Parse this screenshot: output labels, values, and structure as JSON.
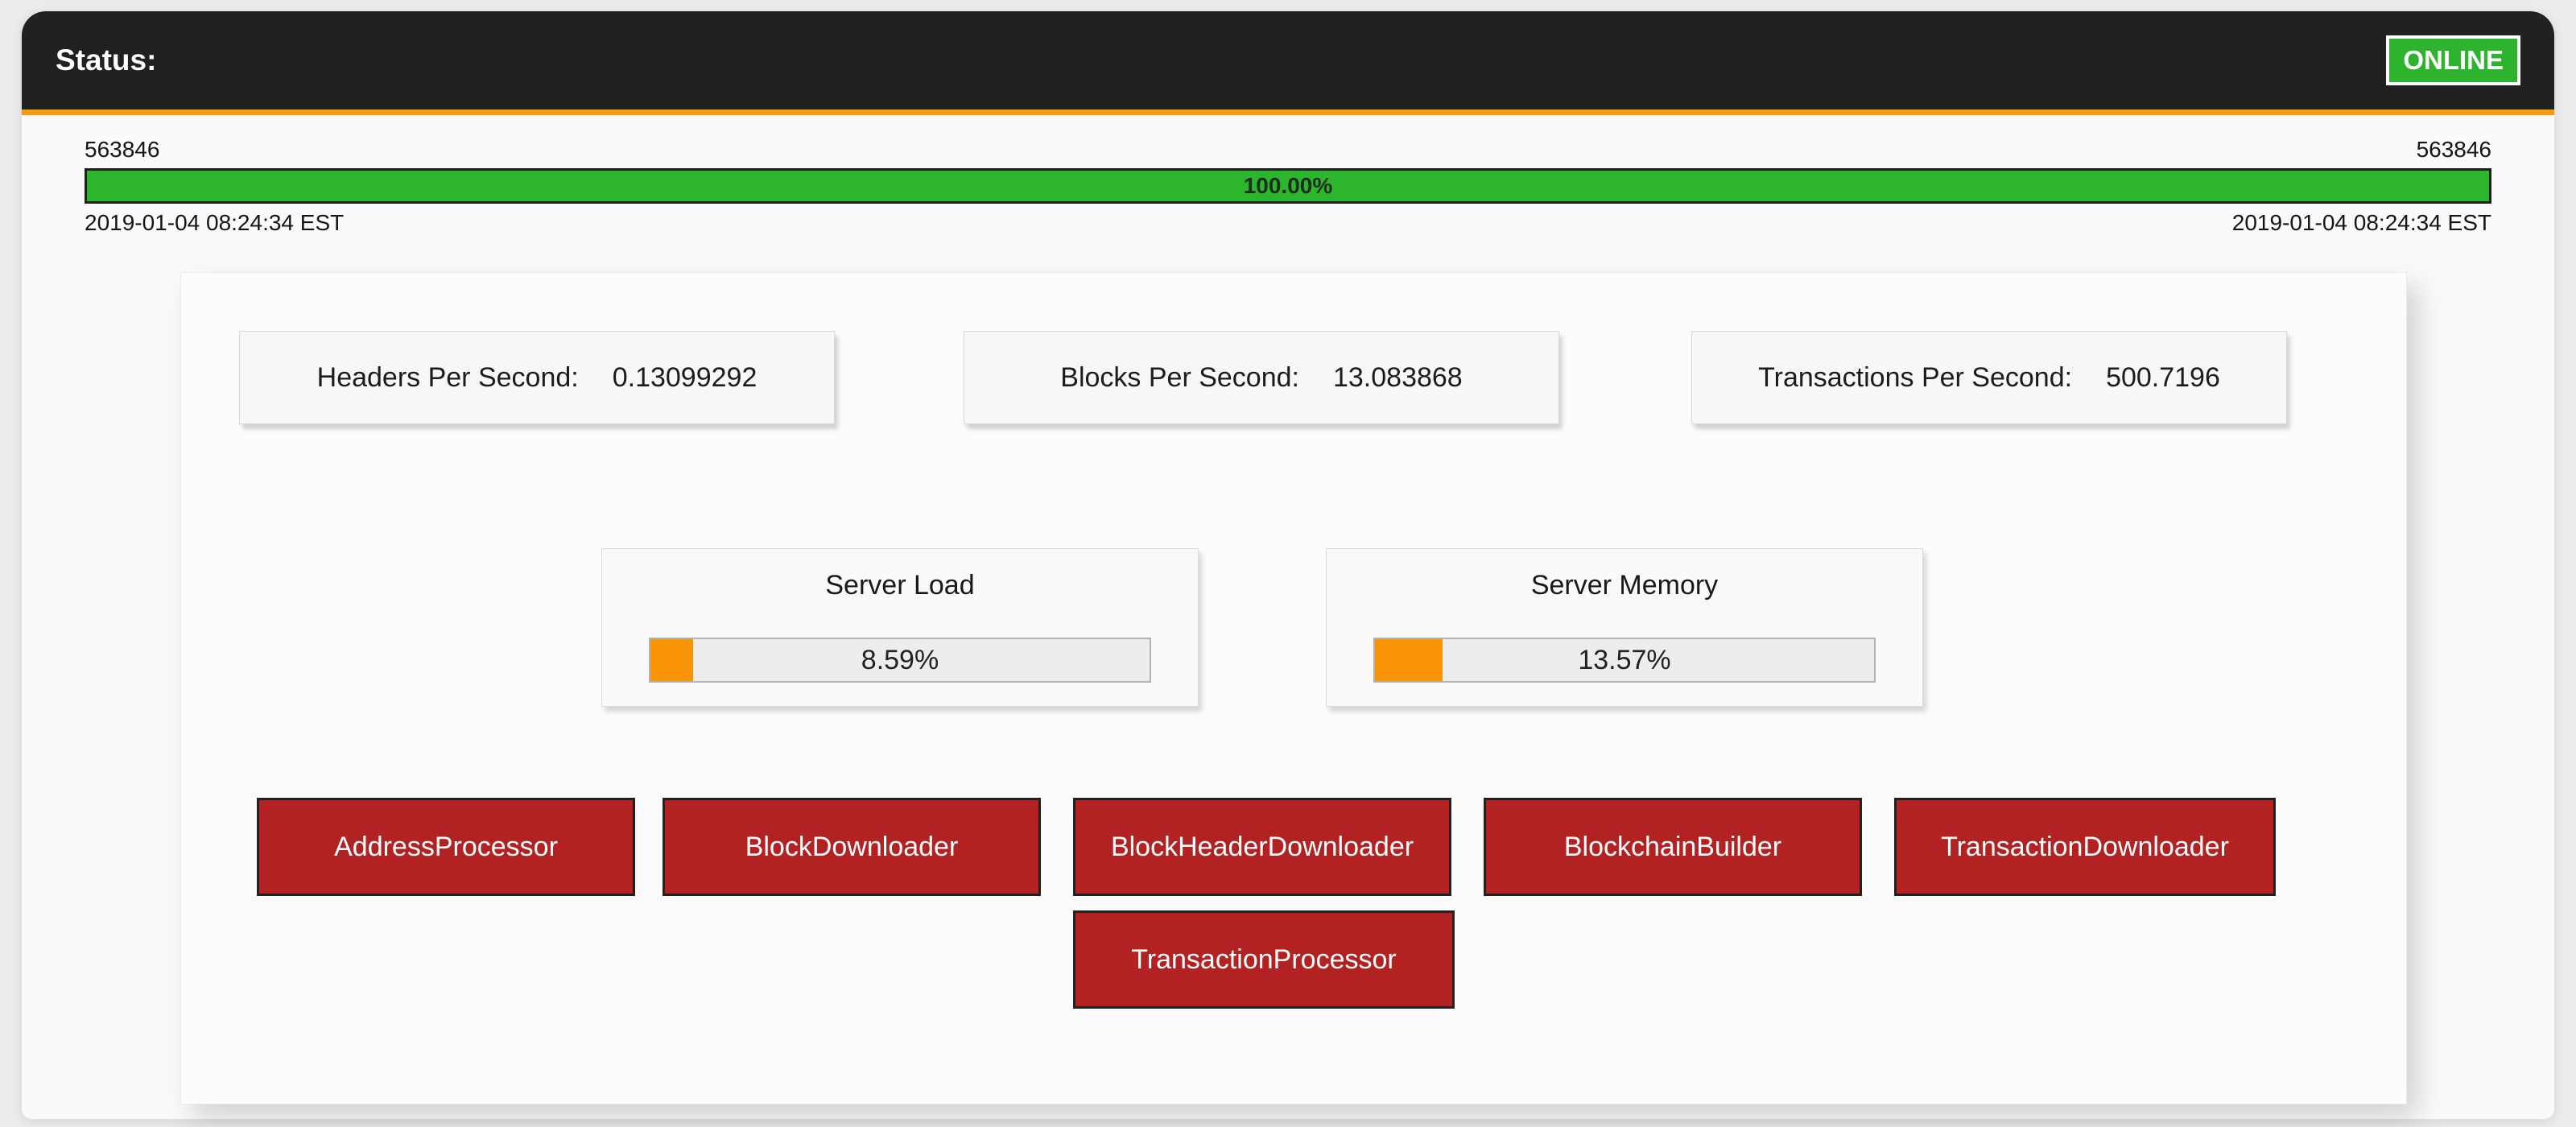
{
  "header": {
    "status_label": "Status:",
    "online_badge": "ONLINE"
  },
  "sync": {
    "left_block_height": "563846",
    "right_block_height": "563846",
    "percent": 100,
    "percent_label": "100.00%",
    "left_timestamp": "2019-01-04 08:24:34 EST",
    "right_timestamp": "2019-01-04 08:24:34 EST"
  },
  "stats": [
    {
      "label": "Headers Per Second:",
      "value": "0.13099292"
    },
    {
      "label": "Blocks Per Second:",
      "value": "13.083868"
    },
    {
      "label": "Transactions Per Second:",
      "value": "500.7196"
    }
  ],
  "gauges": [
    {
      "title": "Server Load",
      "percent": 8.59,
      "percent_label": "8.59%"
    },
    {
      "title": "Server Memory",
      "percent": 13.57,
      "percent_label": "13.57%"
    }
  ],
  "services": [
    {
      "label": "AddressProcessor"
    },
    {
      "label": "BlockDownloader"
    },
    {
      "label": "BlockHeaderDownloader"
    },
    {
      "label": "BlockchainBuilder"
    },
    {
      "label": "TransactionDownloader"
    },
    {
      "label": "TransactionProcessor"
    }
  ],
  "colors": {
    "page_background": "#ececec",
    "card_background": "#fafafa",
    "header_background": "#212121",
    "accent_orange_line": "#f59b10",
    "online_green": "#2db32d",
    "progress_green": "#2db52d",
    "gauge_orange": "#f89406",
    "service_red": "#b22222"
  }
}
